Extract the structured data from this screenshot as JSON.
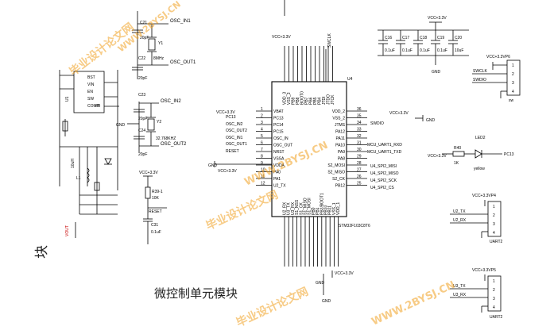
{
  "title": "微控制单元模块",
  "left_block_label": "块",
  "watermarks": [
    "毕业设计论文网",
    "WWW.2BYSJ.CN"
  ],
  "mcu": {
    "ref": "U4",
    "part": "STM32F103C8T6",
    "left_pins": [
      {
        "num": "1",
        "name": "VBAT"
      },
      {
        "num": "2",
        "name": "PC13"
      },
      {
        "num": "3",
        "name": "PC14"
      },
      {
        "num": "4",
        "name": "PC15"
      },
      {
        "num": "5",
        "name": "OSC_IN"
      },
      {
        "num": "6",
        "name": "OSC_OUT"
      },
      {
        "num": "7",
        "name": "NRST"
      },
      {
        "num": "8",
        "name": "VSSA"
      },
      {
        "num": "9",
        "name": "VDDA"
      },
      {
        "num": "10",
        "name": "PA0"
      },
      {
        "num": "11",
        "name": "PA1"
      },
      {
        "num": "12",
        "name": "U2_TX"
      }
    ],
    "right_pins": [
      {
        "num": "36",
        "name": "VDD_2"
      },
      {
        "num": "35",
        "name": "VSS_2"
      },
      {
        "num": "34",
        "name": "JTMS"
      },
      {
        "num": "33",
        "name": "PA12"
      },
      {
        "num": "32",
        "name": "PA11"
      },
      {
        "num": "31",
        "name": "PA10"
      },
      {
        "num": "30",
        "name": "PA9"
      },
      {
        "num": "29",
        "name": "PA8"
      },
      {
        "num": "28",
        "name": "S2_MOSI"
      },
      {
        "num": "27",
        "name": "S2_MISO"
      },
      {
        "num": "26",
        "name": "S2_CK"
      },
      {
        "num": "25",
        "name": "PB12"
      }
    ],
    "top_pins": [
      "VDD_3",
      "VSS_3",
      "PB9",
      "PB8",
      "BOOT0",
      "PB7",
      "PB6",
      "PB5",
      "PB4",
      "JTDI",
      "JTDO",
      "JTCK"
    ],
    "bottom_pins": [
      "U2_RX",
      "U3_TX",
      "U3_RX",
      "S1_NSS",
      "S1_CK",
      "S1_MISO",
      "S1_MOSI",
      "PB0",
      "PB1",
      "PB2/BOOT1",
      "PB10",
      "PB11",
      "VSS_1",
      "VDD_1"
    ]
  },
  "left_nets": [
    "VCC+3.3V",
    "PC13",
    "OSC_IN2",
    "OSC_OUT2",
    "OSC_IN1",
    "OSC_OUT1",
    "RESET",
    "GND",
    "VCC+3.3V",
    "U2_TX"
  ],
  "right_nets": [
    "VCC+3.3V",
    "GND",
    "SWDIO",
    "MCU_UART1_RXD",
    "MCU_UART1_TXD",
    "U4_SPI2_MISI",
    "U4_SPI2_MISO",
    "U4_SPI2_SCK",
    "U4_SPI2_CS"
  ],
  "top_nets": [
    "VCC+3.3V",
    "SWCLK"
  ],
  "bottom_nets": [
    "U2_RX",
    "U3_TX",
    "U3_RX",
    "GND",
    "VCC+3.3V"
  ],
  "crystal1": {
    "ref": "Y1",
    "value": "8MHz",
    "net_in": "OSC_IN1",
    "net_out": "OSC_OUT1",
    "caps": [
      {
        "ref": "C21",
        "value": "20pF"
      },
      {
        "ref": "C22",
        "value": "20pF"
      }
    ]
  },
  "crystal2": {
    "ref": "Y2",
    "value": "32.768KHZ",
    "net_in": "OSC_IN2",
    "net_out": "OSC_OUT2",
    "caps": [
      {
        "ref": "C23",
        "value": "20pF"
      },
      {
        "ref": "C24",
        "value": "20pF"
      }
    ]
  },
  "reset": {
    "vcc": "VCC+3.3V",
    "r_ref": "R39-1",
    "r_value": "10K",
    "net": "RESET",
    "c_ref": "C31",
    "c_value": "0.1uF"
  },
  "decoupling": {
    "vcc": "VCC+3.3V",
    "gnd": "GND",
    "caps": [
      {
        "ref": "C16",
        "value": "0.1uF"
      },
      {
        "ref": "C17",
        "value": "0.1uF"
      },
      {
        "ref": "C18",
        "value": "0.1uF"
      },
      {
        "ref": "C19",
        "value": "0.1uF"
      },
      {
        "ref": "C20",
        "value": "10uF"
      }
    ]
  },
  "swd": {
    "vcc": "VCC+3.3VP6",
    "nets": [
      "SWCLK",
      "SWDIO"
    ],
    "label": "sw",
    "pins": [
      "1",
      "2",
      "3",
      "4"
    ]
  },
  "led": {
    "ref": "LED2",
    "color": "yellow",
    "r_ref": "R40",
    "r_value": "1K",
    "vcc": "VCC+3.3V",
    "net": "PC13"
  },
  "uart2": {
    "vcc": "VCC+3.3VP4",
    "nets": [
      "U2_TX",
      "U2_RX"
    ],
    "label": "UART2",
    "pins": [
      "1",
      "2",
      "3",
      "4"
    ]
  },
  "uart3": {
    "vcc": "VCC+3.3VP5",
    "nets": [
      "U3_TX",
      "U3_RX"
    ],
    "label": "UART2",
    "pins": [
      "1",
      "2",
      "3",
      "4"
    ]
  },
  "power": {
    "refs": [
      "U1",
      "L1"
    ],
    "inductor": "10uH",
    "pins": [
      "BST",
      "VIN",
      "EN",
      "SW",
      "COMP",
      "FB"
    ],
    "net": "VOUT"
  }
}
